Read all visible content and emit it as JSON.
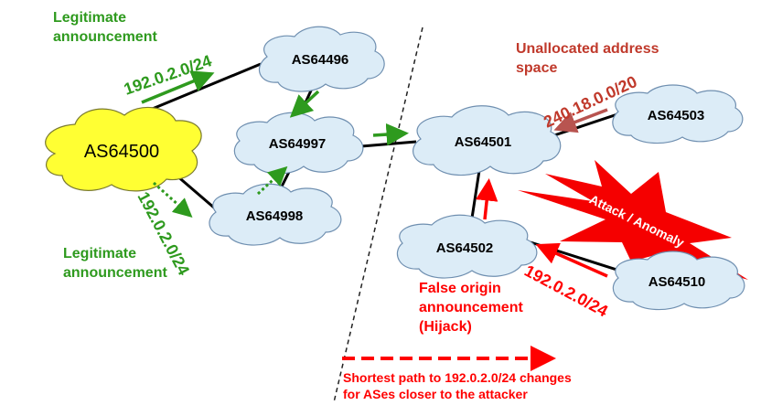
{
  "colors": {
    "green": "#2e9a1e",
    "red": "#ff0000",
    "darkred": "#c0392b",
    "cloud_blue": "#dcecf7",
    "cloud_yellow": "#ffff33",
    "cloud_stroke": "#6f8fb0",
    "burst_red": "#f50000"
  },
  "nodes": {
    "as64500": "AS64500",
    "as64496": "AS64496",
    "as64997": "AS64997",
    "as64998": "AS64998",
    "as64501": "AS64501",
    "as64503": "AS64503",
    "as64502": "AS64502",
    "as64510": "AS64510"
  },
  "labels": {
    "legit_top_1": "Legitimate",
    "legit_top_2": "announcement",
    "legit_bottom_1": "Legitimate",
    "legit_bottom_2": "announcement",
    "prefix_top": "192.0.2.0/24",
    "prefix_bottom": "192.0.2.0/24",
    "unalloc_1": "Unallocated address",
    "unalloc_2": "space",
    "prefix_unalloc": "240.18.0.0/20",
    "attack": "Attack / Anomaly",
    "false_origin_1": "False origin",
    "false_origin_2": "announcement",
    "false_origin_3": "(Hijack)",
    "prefix_hijack": "192.0.2.0/24",
    "footnote_1": "Shortest path to 192.0.2.0/24 changes",
    "footnote_2": "for ASes closer to the attacker"
  }
}
